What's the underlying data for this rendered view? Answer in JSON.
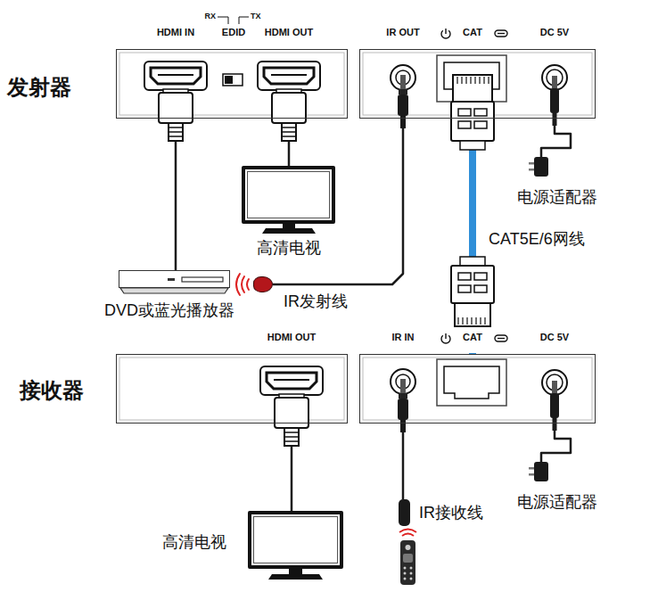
{
  "diagram": {
    "nodes": [
      {
        "text": [
          "HDMI IN",
          "EDID",
          "HDMI OUT"
        ]
      },
      {
        "text": [
          "IR OUT",
          "CAT",
          "DC 5V"
        ]
      },
      {
        "text": [
          "高清电视"
        ]
      },
      {
        "text": [
          "DVD或蓝光播放器"
        ]
      },
      {
        "text": [
          "IR发射线"
        ]
      },
      {
        "text": [
          "电源适配器"
        ]
      },
      {
        "text": [
          "HDMI OUT"
        ]
      },
      {
        "text": [
          "IR IN",
          "CAT",
          "DC 5V"
        ]
      },
      {
        "text": [
          "高清电视"
        ]
      },
      {
        "text": [
          "电源适配器"
        ]
      },
      {
        "text": [
          "IR接收线"
        ]
      }
    ],
    "edges": [
      {
        "from": 0,
        "to": 3,
        "arrow": "none"
      },
      {
        "from": 0,
        "to": 2,
        "arrow": "none"
      },
      {
        "from": 1,
        "to": 4,
        "arrow": "none"
      },
      {
        "from": 1,
        "to": 7,
        "label": "CAT5E/6网线",
        "arrow": "none"
      },
      {
        "from": 5,
        "to": 1,
        "arrow": "none"
      },
      {
        "from": 6,
        "to": 8,
        "arrow": "none"
      },
      {
        "from": 7,
        "to": 10,
        "arrow": "none"
      },
      {
        "from": 9,
        "to": 7,
        "arrow": "none"
      }
    ],
    "labels": [
      "发射器",
      "RX",
      "TX",
      "接收器"
    ]
  }
}
